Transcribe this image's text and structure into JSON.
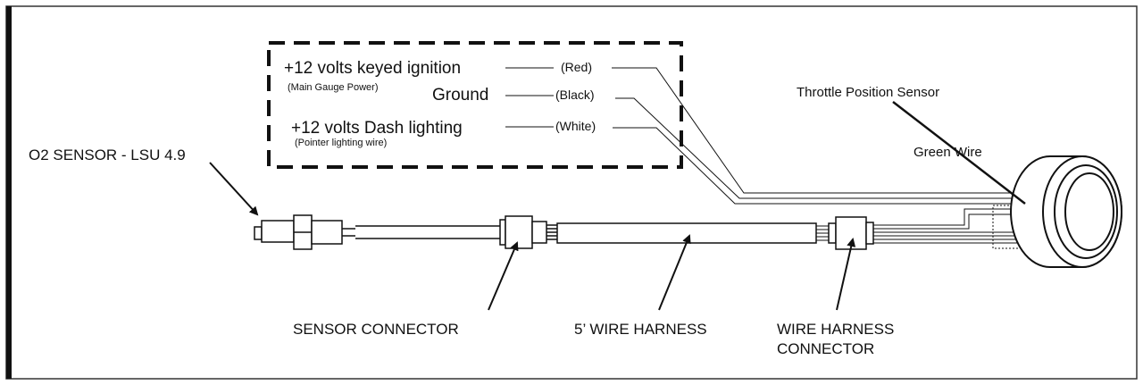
{
  "wiring": {
    "ignition": {
      "label": "+12 volts keyed ignition",
      "note": "(Main Gauge Power)",
      "color": "(Red)"
    },
    "ground": {
      "label": "Ground",
      "color": "(Black)"
    },
    "dash": {
      "label": "+12 volts Dash lighting",
      "note": "(Pointer lighting wire)",
      "color": "(White)"
    }
  },
  "callouts": {
    "o2_sensor": "O2 SENSOR - LSU 4.9",
    "sensor_connector": "SENSOR CONNECTOR",
    "wire_harness": "5’ WIRE HARNESS",
    "harness_connector_line1": "WIRE HARNESS",
    "harness_connector_line2": "CONNECTOR",
    "throttle_sensor": "Throttle Position Sensor",
    "green_wire": "Green Wire"
  }
}
